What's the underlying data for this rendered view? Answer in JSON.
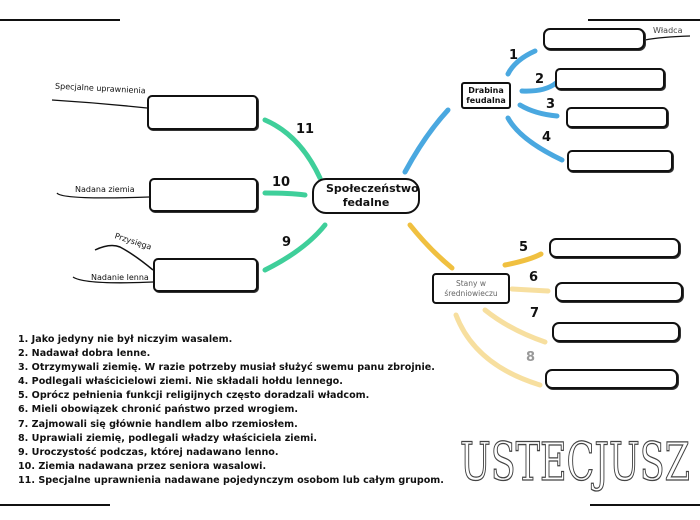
{
  "center": {
    "title": "Społeczeństwo fedalne"
  },
  "hierarchy": {
    "title": "Drabina feudalna",
    "numbers": [
      "1",
      "2",
      "3",
      "4"
    ],
    "top_label": "Władca",
    "color": "#4aa8e0"
  },
  "estates": {
    "title": "Stany w średniowieczu",
    "numbers": [
      "5",
      "6",
      "7",
      "8"
    ],
    "color": "#f0c040"
  },
  "left": {
    "numbers": [
      "11",
      "10",
      "9"
    ],
    "labels": [
      "Specjalne uprawnienia",
      "Nadana ziemia",
      "Przysięga",
      "Nadanie lenna"
    ],
    "color": "#3fcf9a"
  },
  "watermark": "USTECJUSZ",
  "list": [
    "1. Jako jedyny nie był niczyim wasalem.",
    "2. Nadawał dobra lenne.",
    "3. Otrzymywali ziemię. W razie potrzeby musiał służyć swemu panu zbrojnie.",
    "4. Podlegali właścicielowi ziemi. Nie składali hołdu lennego.",
    "5. Oprócz pełnienia funkcji religijnych często doradzali władcom.",
    "6. Mieli obowiązek chronić państwo przed wrogiem.",
    "7. Zajmowali się głównie handlem albo rzemiosłem.",
    "8. Uprawiali ziemię, podlegali władzy właściciela ziemi.",
    "9. Uroczystość podczas, której nadawano lenno.",
    "10. Ziemia nadawana przez seniora wasalowi.",
    "11. Specjalne uprawnienia nadawane pojedynczym osobom lub całym grupom."
  ]
}
